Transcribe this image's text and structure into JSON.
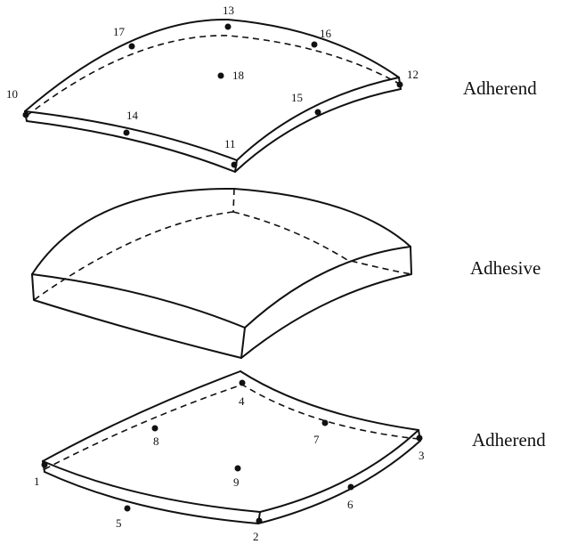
{
  "labels": {
    "top": "Adherend",
    "middle": "Adhesive",
    "bottom": "Adherend"
  },
  "top_nodes": {
    "n10": "10",
    "n11": "11",
    "n12": "12",
    "n13": "13",
    "n14": "14",
    "n15": "15",
    "n16": "16",
    "n17": "17",
    "n18": "18"
  },
  "bottom_nodes": {
    "n1": "1",
    "n2": "2",
    "n3": "3",
    "n4": "4",
    "n5": "5",
    "n6": "6",
    "n7": "7",
    "n8": "8",
    "n9": "9"
  }
}
